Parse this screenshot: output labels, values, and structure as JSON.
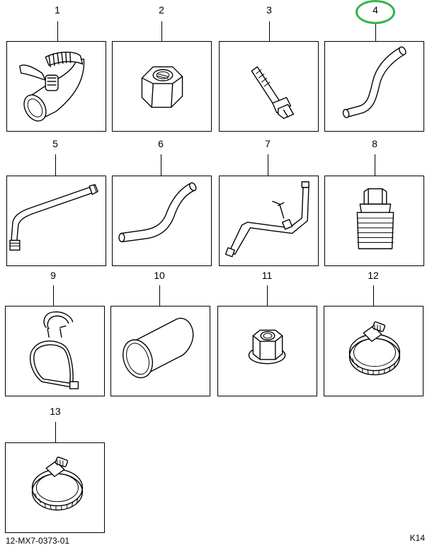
{
  "parts": [
    {
      "number": "1",
      "part": "elbow-hose-with-clamps"
    },
    {
      "number": "2",
      "part": "hex-nut"
    },
    {
      "number": "3",
      "part": "flange-bolt"
    },
    {
      "number": "4",
      "part": "curved-hose",
      "highlighted": true
    },
    {
      "number": "5",
      "part": "tube-with-fitting"
    },
    {
      "number": "6",
      "part": "curved-hose"
    },
    {
      "number": "7",
      "part": "bent-tube-with-bracket"
    },
    {
      "number": "8",
      "part": "breather-cap"
    },
    {
      "number": "9",
      "part": "p-clip-strap"
    },
    {
      "number": "10",
      "part": "hose-sleeve"
    },
    {
      "number": "11",
      "part": "flange-nut"
    },
    {
      "number": "12",
      "part": "hose-clamp"
    },
    {
      "number": "13",
      "part": "hose-clamp"
    }
  ],
  "footer": {
    "doc_code": "12-MX7-0373-01",
    "sheet": "K14"
  },
  "colors": {
    "highlight": "#33b34a",
    "line": "#000000"
  }
}
